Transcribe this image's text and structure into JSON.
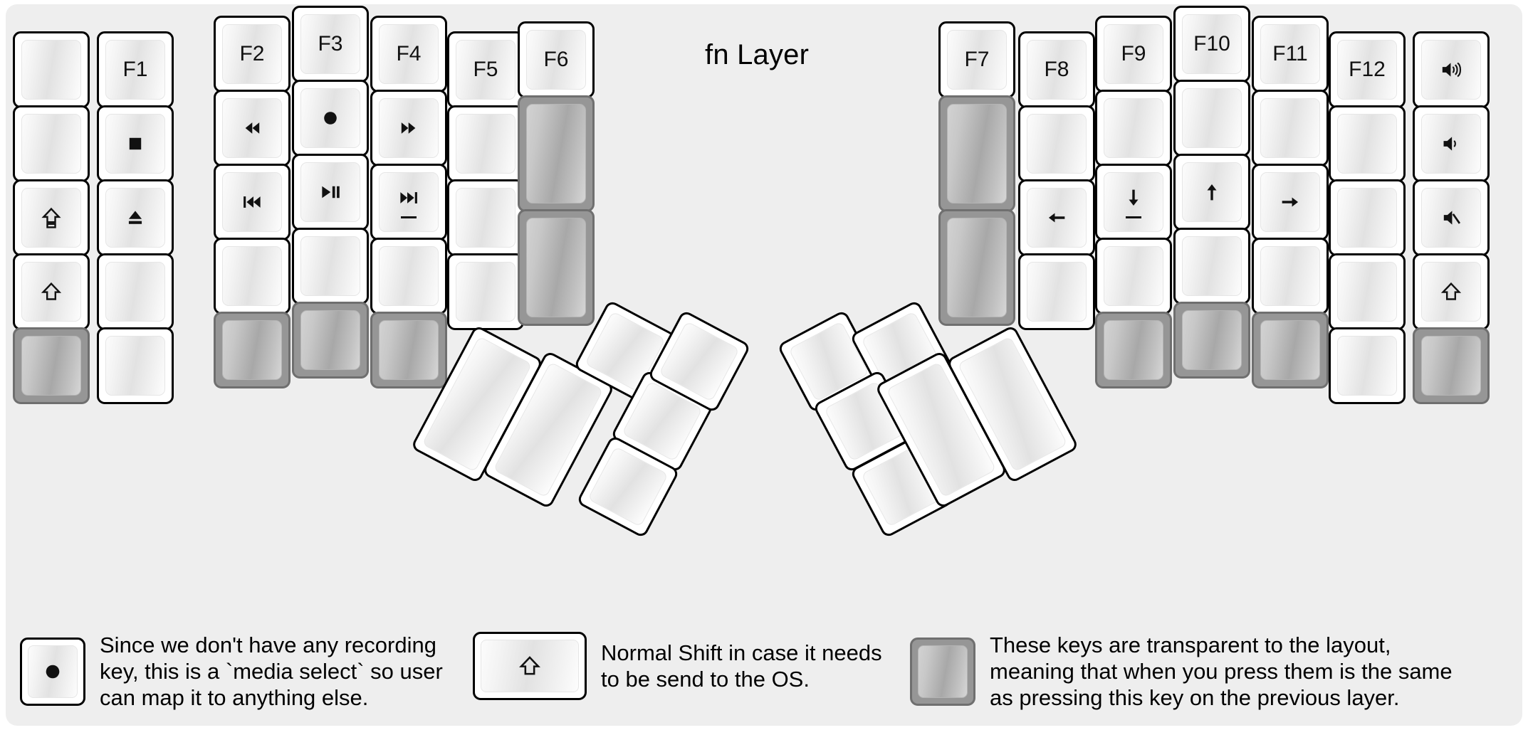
{
  "page": {
    "title": "fn Layer",
    "background_color": "#eeeeee",
    "key_face_color": "#ffffff",
    "transparent_key_color": "#969696",
    "legend_color": "#111111"
  },
  "keyboard": {
    "type": "split-ergonomic-columnar",
    "left_half": {
      "columns": [
        {
          "name": "pinky-outer",
          "keys": [
            {
              "id": "L-c1-r1",
              "label": "",
              "icon": "",
              "transparent": false
            },
            {
              "id": "L-c1-r2",
              "label": "",
              "icon": "",
              "transparent": false
            },
            {
              "id": "L-c1-r3",
              "label": "",
              "icon": "caps-lock-icon",
              "transparent": false
            },
            {
              "id": "L-c1-r4",
              "label": "",
              "icon": "shift-icon",
              "transparent": false
            },
            {
              "id": "L-c1-r5",
              "label": "",
              "icon": "",
              "transparent": true
            }
          ]
        },
        {
          "name": "pinky",
          "keys": [
            {
              "id": "L-c2-r1",
              "label": "F1",
              "icon": "",
              "transparent": false
            },
            {
              "id": "L-c2-r2",
              "label": "",
              "icon": "media-stop-icon",
              "transparent": false
            },
            {
              "id": "L-c2-r3",
              "label": "",
              "icon": "media-eject-icon",
              "transparent": false
            },
            {
              "id": "L-c2-r4",
              "label": "",
              "icon": "",
              "transparent": false
            },
            {
              "id": "L-c2-r5",
              "label": "",
              "icon": "",
              "transparent": false
            }
          ]
        },
        {
          "name": "ring",
          "keys": [
            {
              "id": "L-c3-r1",
              "label": "F2",
              "icon": "",
              "transparent": false
            },
            {
              "id": "L-c3-r2",
              "label": "",
              "icon": "media-rewind-icon",
              "transparent": false
            },
            {
              "id": "L-c3-r3",
              "label": "",
              "icon": "media-previous-icon",
              "transparent": false
            },
            {
              "id": "L-c3-r4",
              "label": "",
              "icon": "",
              "transparent": false
            },
            {
              "id": "L-c3-r5",
              "label": "",
              "icon": "",
              "transparent": true
            }
          ]
        },
        {
          "name": "middle",
          "keys": [
            {
              "id": "L-c4-r1",
              "label": "F3",
              "icon": "",
              "transparent": false
            },
            {
              "id": "L-c4-r2",
              "label": "",
              "icon": "media-record-icon",
              "transparent": false
            },
            {
              "id": "L-c4-r3",
              "label": "",
              "icon": "media-play-pause-icon",
              "transparent": false
            },
            {
              "id": "L-c4-r4",
              "label": "",
              "icon": "",
              "transparent": false
            },
            {
              "id": "L-c4-r5",
              "label": "",
              "icon": "",
              "transparent": true
            }
          ]
        },
        {
          "name": "index",
          "keys": [
            {
              "id": "L-c5-r1",
              "label": "F4",
              "icon": "",
              "transparent": false
            },
            {
              "id": "L-c5-r2",
              "label": "",
              "icon": "media-fast-forward-icon",
              "transparent": false
            },
            {
              "id": "L-c5-r3",
              "label": "",
              "icon": "media-next-icon",
              "homing": true,
              "transparent": false
            },
            {
              "id": "L-c5-r4",
              "label": "",
              "icon": "",
              "transparent": false
            },
            {
              "id": "L-c5-r5",
              "label": "",
              "icon": "",
              "transparent": true
            }
          ]
        },
        {
          "name": "index-inner",
          "keys": [
            {
              "id": "L-c6-r1",
              "label": "F5",
              "icon": "",
              "transparent": false
            },
            {
              "id": "L-c6-r2",
              "label": "",
              "icon": "",
              "transparent": false
            },
            {
              "id": "L-c6-r3",
              "label": "",
              "icon": "",
              "transparent": false
            },
            {
              "id": "L-c6-r4",
              "label": "",
              "icon": "",
              "transparent": false
            }
          ]
        },
        {
          "name": "inner-extra",
          "keys": [
            {
              "id": "L-c7-r1",
              "label": "F6",
              "icon": "",
              "transparent": false
            },
            {
              "id": "L-c7-r2",
              "label": "",
              "icon": "",
              "transparent": true,
              "tall": true
            },
            {
              "id": "L-c7-r3",
              "label": "",
              "icon": "",
              "transparent": true,
              "tall": true
            }
          ]
        }
      ],
      "thumb_cluster": [
        {
          "id": "L-t1",
          "label": "",
          "icon": "",
          "size": "2u",
          "transparent": false
        },
        {
          "id": "L-t2",
          "label": "",
          "icon": "",
          "size": "2u",
          "transparent": false
        },
        {
          "id": "L-t3",
          "label": "",
          "icon": "",
          "size": "1u",
          "transparent": false
        },
        {
          "id": "L-t4",
          "label": "",
          "icon": "",
          "size": "1u",
          "transparent": false
        },
        {
          "id": "L-t5",
          "label": "",
          "icon": "",
          "size": "1u",
          "transparent": false
        },
        {
          "id": "L-t6",
          "label": "",
          "icon": "",
          "size": "1u",
          "transparent": false
        }
      ]
    },
    "right_half": {
      "columns": [
        {
          "name": "index-inner",
          "keys": [
            {
              "id": "R-c1-r1",
              "label": "F7",
              "icon": "",
              "transparent": false
            },
            {
              "id": "R-c1-r2",
              "label": "",
              "icon": "",
              "transparent": true,
              "tall": true
            },
            {
              "id": "R-c1-r3",
              "label": "",
              "icon": "",
              "transparent": true,
              "tall": true
            }
          ]
        },
        {
          "name": "index",
          "keys": [
            {
              "id": "R-c2-r1",
              "label": "F8",
              "icon": "",
              "transparent": false
            },
            {
              "id": "R-c2-r2",
              "label": "",
              "icon": "",
              "transparent": false
            },
            {
              "id": "R-c2-r3",
              "label": "",
              "icon": "arrow-left-icon",
              "transparent": false
            },
            {
              "id": "R-c2-r4",
              "label": "",
              "icon": "",
              "transparent": false
            }
          ]
        },
        {
          "name": "middle",
          "keys": [
            {
              "id": "R-c3-r1",
              "label": "F9",
              "icon": "",
              "transparent": false
            },
            {
              "id": "R-c3-r2",
              "label": "",
              "icon": "",
              "transparent": false
            },
            {
              "id": "R-c3-r3",
              "label": "",
              "icon": "arrow-down-icon",
              "homing": true,
              "transparent": false
            },
            {
              "id": "R-c3-r4",
              "label": "",
              "icon": "",
              "transparent": false
            },
            {
              "id": "R-c3-r5",
              "label": "",
              "icon": "",
              "transparent": true
            }
          ]
        },
        {
          "name": "ring",
          "keys": [
            {
              "id": "R-c4-r1",
              "label": "F10",
              "icon": "",
              "transparent": false
            },
            {
              "id": "R-c4-r2",
              "label": "",
              "icon": "",
              "transparent": false
            },
            {
              "id": "R-c4-r3",
              "label": "",
              "icon": "arrow-up-icon",
              "transparent": false
            },
            {
              "id": "R-c4-r4",
              "label": "",
              "icon": "",
              "transparent": false
            },
            {
              "id": "R-c4-r5",
              "label": "",
              "icon": "",
              "transparent": true
            }
          ]
        },
        {
          "name": "pinky",
          "keys": [
            {
              "id": "R-c5-r1",
              "label": "F11",
              "icon": "",
              "transparent": false
            },
            {
              "id": "R-c5-r2",
              "label": "",
              "icon": "",
              "transparent": false
            },
            {
              "id": "R-c5-r3",
              "label": "",
              "icon": "arrow-right-icon",
              "transparent": false
            },
            {
              "id": "R-c5-r4",
              "label": "",
              "icon": "",
              "transparent": false
            },
            {
              "id": "R-c5-r5",
              "label": "",
              "icon": "",
              "transparent": true
            }
          ]
        },
        {
          "name": "pinky-outer",
          "keys": [
            {
              "id": "R-c6-r1",
              "label": "F12",
              "icon": "",
              "transparent": false
            },
            {
              "id": "R-c6-r2",
              "label": "",
              "icon": "",
              "transparent": false
            },
            {
              "id": "R-c6-r3",
              "label": "",
              "icon": "",
              "transparent": false
            },
            {
              "id": "R-c6-r4",
              "label": "",
              "icon": "",
              "transparent": false
            },
            {
              "id": "R-c6-r5",
              "label": "",
              "icon": "",
              "transparent": false
            }
          ]
        },
        {
          "name": "outer-extra",
          "keys": [
            {
              "id": "R-c7-r1",
              "label": "",
              "icon": "volume-up-icon",
              "transparent": false
            },
            {
              "id": "R-c7-r2",
              "label": "",
              "icon": "volume-down-icon",
              "transparent": false
            },
            {
              "id": "R-c7-r3",
              "label": "",
              "icon": "volume-mute-icon",
              "transparent": false
            },
            {
              "id": "R-c7-r4",
              "label": "",
              "icon": "shift-icon",
              "transparent": false
            },
            {
              "id": "R-c7-r5",
              "label": "",
              "icon": "",
              "transparent": true
            }
          ]
        }
      ],
      "thumb_cluster": [
        {
          "id": "R-t1",
          "label": "",
          "icon": "",
          "size": "1u",
          "transparent": false
        },
        {
          "id": "R-t2",
          "label": "",
          "icon": "",
          "size": "1u",
          "transparent": false
        },
        {
          "id": "R-t3",
          "label": "",
          "icon": "",
          "size": "1u",
          "transparent": false
        },
        {
          "id": "R-t4",
          "label": "",
          "icon": "",
          "size": "1u",
          "transparent": false
        },
        {
          "id": "R-t5",
          "label": "",
          "icon": "",
          "size": "2u",
          "transparent": false
        },
        {
          "id": "R-t6",
          "label": "",
          "icon": "",
          "size": "2u",
          "transparent": false
        }
      ]
    }
  },
  "legend": [
    {
      "id": "legend-record",
      "icon": "media-record-icon",
      "transparent": false,
      "text": "Since we don't have any recording\nkey, this is a `media select` so user\ncan map it to anything else."
    },
    {
      "id": "legend-shift",
      "icon": "shift-icon",
      "transparent": false,
      "text": "Normal Shift in case it needs\nto be send to the OS."
    },
    {
      "id": "legend-transparent",
      "icon": "",
      "transparent": true,
      "text": "These keys are transparent to the layout,\nmeaning that when you press them is the same\nas pressing this key on the previous layer."
    }
  ]
}
